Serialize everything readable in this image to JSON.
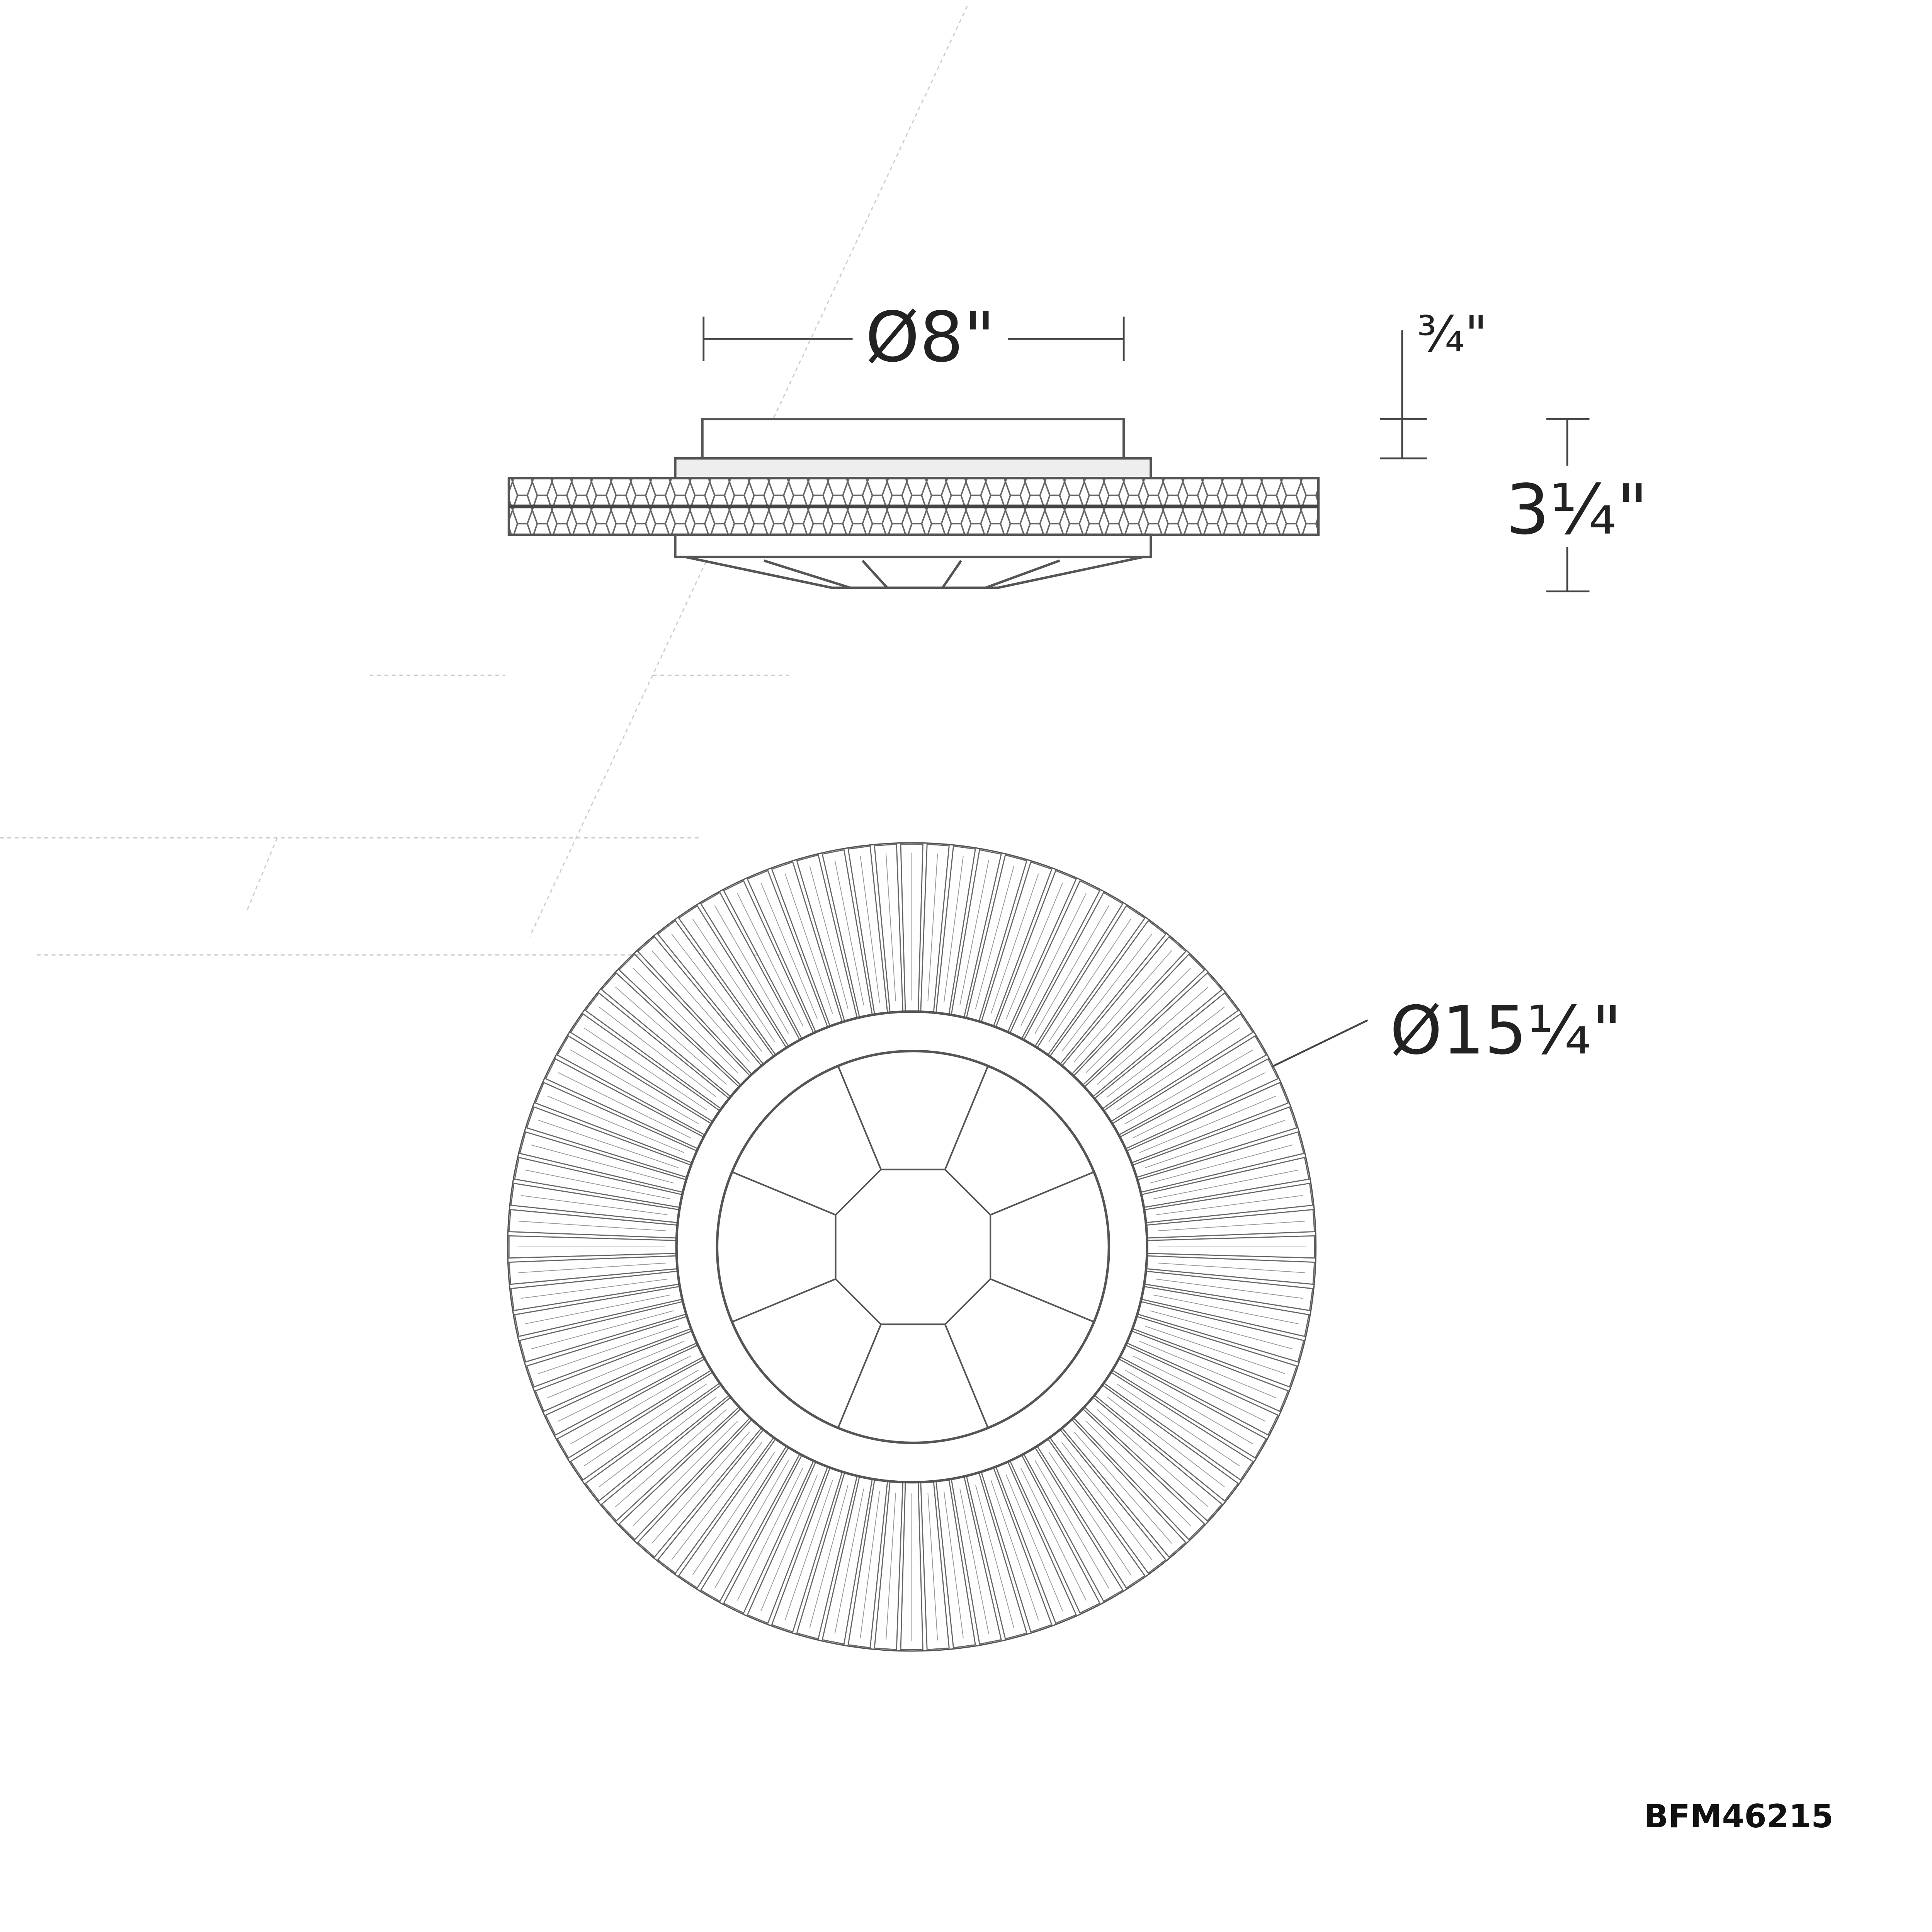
{
  "drawing": {
    "model_number": "BFM46215",
    "dimensions": {
      "canopy_diameter": "Ø8\"",
      "canopy_height": "¾\"",
      "overall_height": "3¼\"",
      "overall_diameter": "Ø15¼\""
    },
    "colors": {
      "line": "#555555",
      "text": "#222222"
    },
    "ray_count": 96
  }
}
